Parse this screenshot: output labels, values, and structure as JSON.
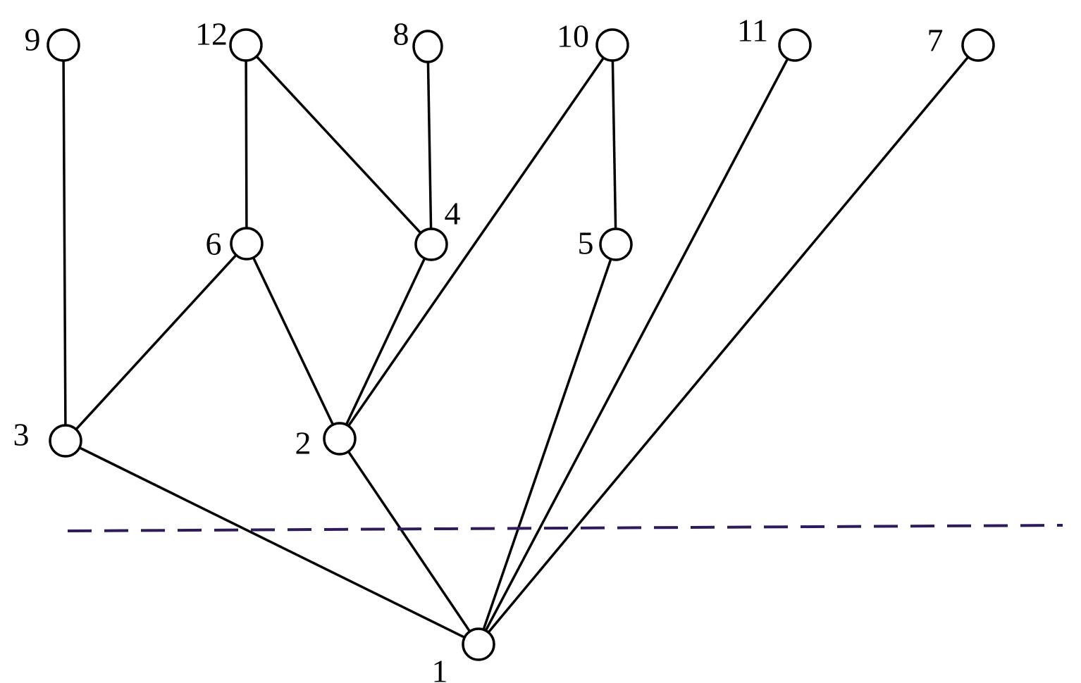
{
  "diagram": {
    "nodes": [
      {
        "id": "1",
        "label": "1"
      },
      {
        "id": "2",
        "label": "2"
      },
      {
        "id": "3",
        "label": "3"
      },
      {
        "id": "4",
        "label": "4"
      },
      {
        "id": "5",
        "label": "5"
      },
      {
        "id": "6",
        "label": "6"
      },
      {
        "id": "7",
        "label": "7"
      },
      {
        "id": "8",
        "label": "8"
      },
      {
        "id": "9",
        "label": "9"
      },
      {
        "id": "10",
        "label": "10"
      },
      {
        "id": "11",
        "label": "11"
      },
      {
        "id": "12",
        "label": "12"
      }
    ],
    "edges": [
      [
        "9",
        "3"
      ],
      [
        "12",
        "6"
      ],
      [
        "12",
        "4"
      ],
      [
        "8",
        "4"
      ],
      [
        "10",
        "2"
      ],
      [
        "10",
        "5"
      ],
      [
        "11",
        "1"
      ],
      [
        "7",
        "1"
      ],
      [
        "6",
        "3"
      ],
      [
        "6",
        "2"
      ],
      [
        "4",
        "2"
      ],
      [
        "5",
        "1"
      ],
      [
        "3",
        "1"
      ],
      [
        "2",
        "1"
      ]
    ],
    "dashed_line_color": "#2f1a5c"
  }
}
